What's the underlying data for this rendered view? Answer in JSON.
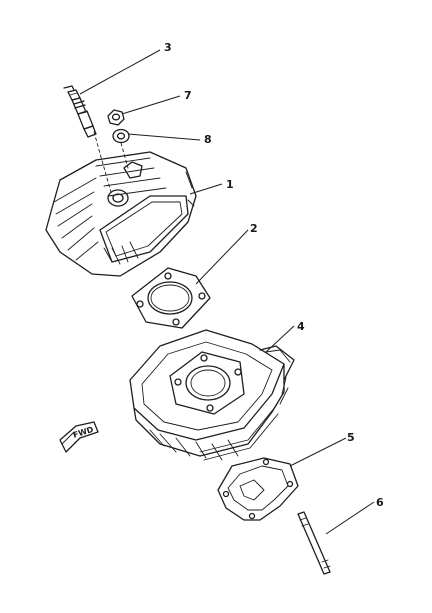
{
  "diagram": {
    "parts": [
      {
        "key": "cylinder-head",
        "callout": "1"
      },
      {
        "key": "head-gasket",
        "callout": "2"
      },
      {
        "key": "spark-plug",
        "callout": "3"
      },
      {
        "key": "cylinder",
        "callout": "4"
      },
      {
        "key": "base-gasket",
        "callout": "5"
      },
      {
        "key": "stud-bolt",
        "callout": "6"
      },
      {
        "key": "nut",
        "callout": "7"
      },
      {
        "key": "washer",
        "callout": "8"
      }
    ],
    "direction_label": "FWD"
  }
}
